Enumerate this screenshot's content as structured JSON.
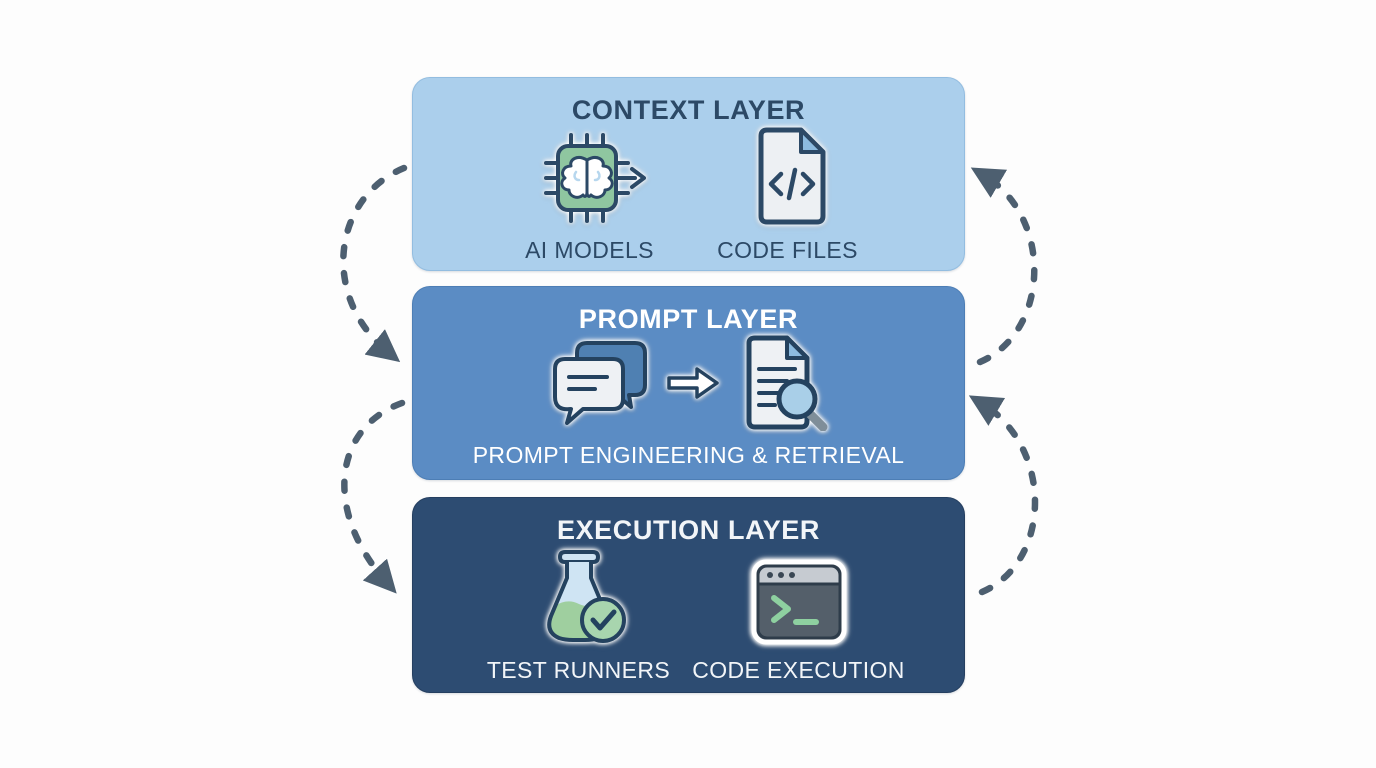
{
  "diagram": {
    "background_color": "#fdfdfd",
    "arrow_color": "#4d5f70",
    "layers": [
      {
        "title": "CONTEXT LAYER",
        "background_color": "#abcfec",
        "text_color": "#2c4966",
        "items": [
          {
            "icon": "ai-chip-brain-arrow-icon",
            "label": "AI MODELS"
          },
          {
            "icon": "code-file-icon",
            "label": "CODE FILES"
          }
        ]
      },
      {
        "title": "PROMPT LAYER",
        "background_color": "#5b8cc4",
        "text_color": "#ffffff",
        "items": [
          {
            "icon": "chat-bubbles-to-document-search-icon",
            "label": "PROMPT ENGINEERING & RETRIEVAL"
          }
        ]
      },
      {
        "title": "EXECUTION LAYER",
        "background_color": "#2d4c72",
        "text_color": "#ffffff",
        "items": [
          {
            "icon": "test-flask-check-icon",
            "label": "TEST RUNNERS"
          },
          {
            "icon": "terminal-icon",
            "label": "CODE EXECUTION"
          }
        ]
      }
    ],
    "arrows": [
      {
        "side": "left",
        "from": "context-layer",
        "to": "prompt-layer",
        "direction": "down",
        "style": "dashed-curve"
      },
      {
        "side": "left",
        "from": "prompt-layer",
        "to": "execution-layer",
        "direction": "down",
        "style": "dashed-curve"
      },
      {
        "side": "right",
        "from": "prompt-layer",
        "to": "context-layer",
        "direction": "up",
        "style": "dashed-curve"
      },
      {
        "side": "right",
        "from": "execution-layer",
        "to": "prompt-layer",
        "direction": "up",
        "style": "dashed-curve"
      }
    ]
  }
}
